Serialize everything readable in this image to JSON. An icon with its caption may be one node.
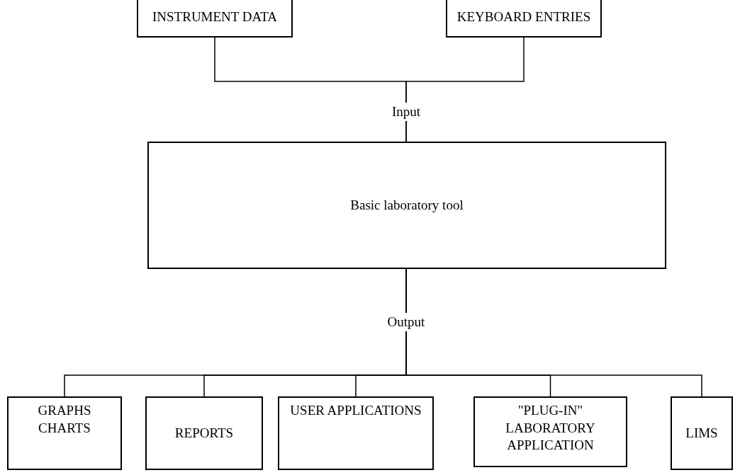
{
  "diagram": {
    "nodes": [
      {
        "text": [
          "INSTRUMENT DATA"
        ]
      },
      {
        "text": [
          "KEYBOARD ENTRIES"
        ]
      },
      {
        "text": [
          "Basic laboratory tool"
        ]
      },
      {
        "text": [
          "GRAPHS CHARTS"
        ]
      },
      {
        "text": [
          "REPORTS"
        ]
      },
      {
        "text": [
          "USER APPLICATIONS"
        ]
      },
      {
        "text": [
          "\"PLUG-IN\" LABORATORY APPLICATION"
        ]
      },
      {
        "text": [
          "LIMS"
        ]
      }
    ],
    "edges": [
      {
        "from": 0,
        "to": 2,
        "arrow": "none",
        "label": "Input"
      },
      {
        "from": 1,
        "to": 2,
        "arrow": "none"
      },
      {
        "from": 2,
        "to": 3,
        "arrow": "none",
        "label": "Output"
      },
      {
        "from": 2,
        "to": 4,
        "arrow": "none"
      },
      {
        "from": 2,
        "to": 5,
        "arrow": "none"
      },
      {
        "from": 2,
        "to": 6,
        "arrow": "none"
      },
      {
        "from": 2,
        "to": 7,
        "arrow": "none"
      }
    ]
  }
}
